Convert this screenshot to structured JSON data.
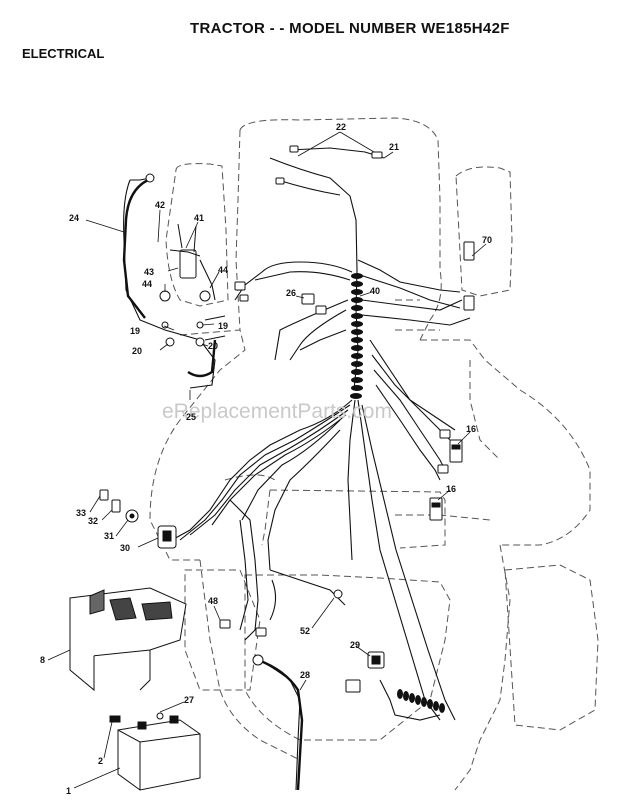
{
  "title": "TRACTOR - - MODEL NUMBER WE185H42F",
  "section": "ELECTRICAL",
  "watermark": "eReplacementParts.com",
  "callouts": [
    "22",
    "21",
    "70",
    "24",
    "42",
    "41",
    "43",
    "44",
    "44",
    "40",
    "26",
    "19",
    "19",
    "20",
    "20",
    "25",
    "16",
    "16",
    "33",
    "32",
    "31",
    "30",
    "48",
    "8",
    "52",
    "29",
    "28",
    "27",
    "2",
    "1"
  ],
  "colors": {
    "line": "#111111",
    "outline": "#555555",
    "watermark": "#c9c9c9"
  }
}
